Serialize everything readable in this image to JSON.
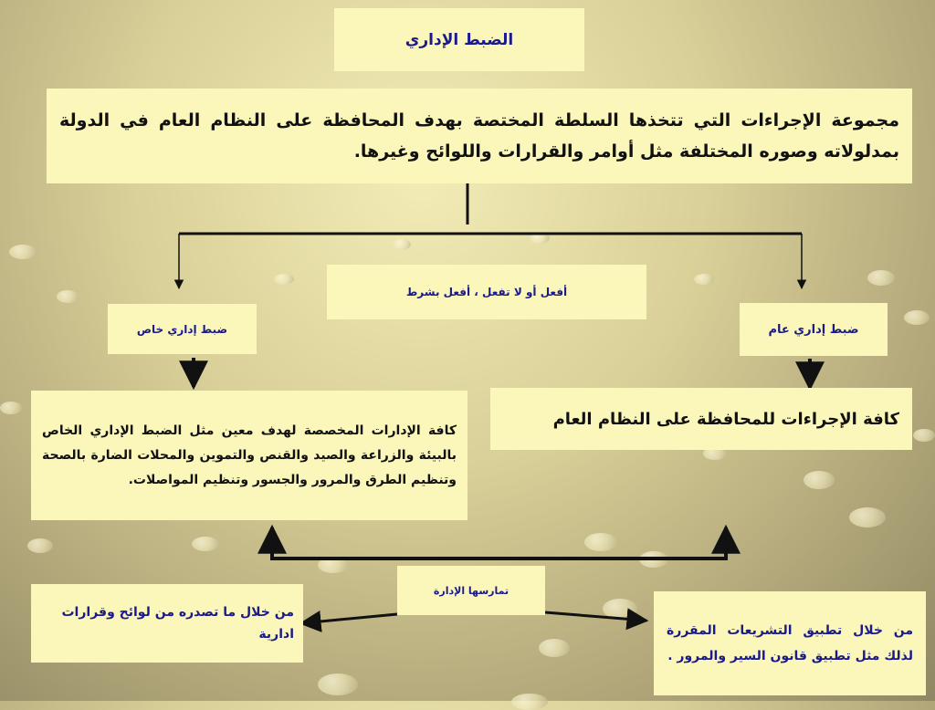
{
  "diagram": {
    "title": "الضبط الإداري",
    "definition": "مجموعة الإجراءات التي تتخذها السلطة المختصة بهدف المحافظة على النظام العام في الدولة بمدلولاته وصوره المختلفة مثل أوامر والقرارات واللوائح وغيرها.",
    "forms": "أفعل أو لا تفعل ، أفعل بشرط",
    "general_control": "ضبط إداري عام",
    "special_control": "ضبط إداري خاص",
    "general_desc": "كافة الإجراءات للمحافظة على النظام العام",
    "special_desc": "كافة الإدارات المخصصة لهدف معين مثل الضبط الإداري الخاص بالبيئة والزراعة والصيد والقنص والتموين والمحلات الضارة بالصحة وتنظيم الطرق والمرور والجسور وتنظيم المواصلات.",
    "exercised_by": "تمارسها الإدارة",
    "via_regulations": "من خلال ما تصدره من لوائح وقرارات ادارية",
    "via_legislation": "من خلال تطبيق التشريعات المقررة لذلك مثل تطبيق قانون السير والمرور ."
  }
}
